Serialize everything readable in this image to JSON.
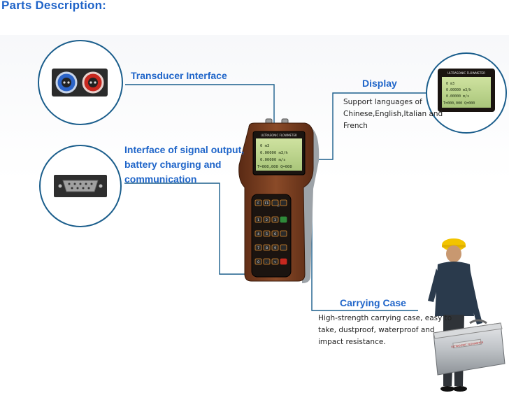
{
  "header": {
    "title": "Parts Description:"
  },
  "labels": {
    "transducer": {
      "title": "Transducer Interface"
    },
    "display": {
      "title": "Display",
      "desc": [
        "Support languages of",
        "Chinese,English,Italian and",
        "French"
      ]
    },
    "signal": {
      "title_lines": [
        "Interface of signal output,",
        "battery charging and",
        "communication"
      ]
    },
    "carrying": {
      "title": "Carrying Case",
      "desc": [
        "High-strength carrying case, easy to",
        "take, dustproof, waterproof and",
        "impact resistance."
      ]
    }
  },
  "device": {
    "brand": "ULTRASONIC FLOWMETER",
    "screen_lines": [
      "0    m3",
      "0.00000 m3/h",
      "0.00000 m/s",
      "T=000,000 Q=000"
    ],
    "keys": [
      [
        "F",
        "F1",
        "",
        ""
      ],
      [
        "1",
        "2",
        "3",
        "+"
      ],
      [
        "4",
        "5",
        "6",
        "+"
      ],
      [
        "7",
        "8",
        "9",
        "+"
      ],
      [
        "0",
        ".",
        "<",
        "+"
      ]
    ]
  },
  "case": {
    "label": "ULTRASONIC FLOWMETER"
  },
  "colors": {
    "accent_blue": "#1f65c9",
    "line_blue": "#1b5e8c",
    "device_body": "#7a3f22",
    "lcd_green": "#b9d28a"
  }
}
